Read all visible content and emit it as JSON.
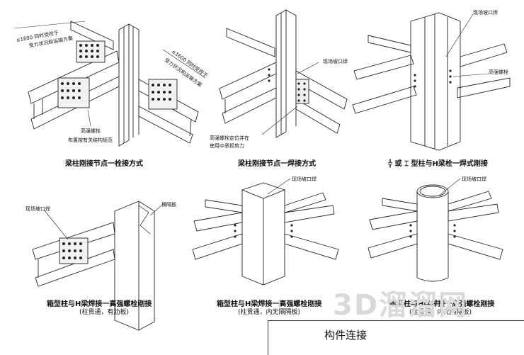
{
  "captions": {
    "c1": "梁柱刚接节点一栓接方式",
    "c2": "梁柱刚接节点一焊接方式",
    "c3_symbol": "╬ 或 ⌶",
    "c3": "型柱与H梁栓一焊式刚接",
    "c4": "箱型柱与H梁焊接一高强螺栓刚接",
    "c4_sub": "(柱贯通，有肋板)",
    "c5": "箱型柱与H梁焊接一高强螺栓刚接",
    "c5_sub": "(柱贯通，内无隔隔板)",
    "c6": "圆型柱与H梁焊接一高强螺栓刚接",
    "c6_sub": "(柱贯通，内无隔隔板)"
  },
  "notes": {
    "d1_top": "≤1600 同时受控于",
    "d1_top2": "受力状况和运输方案",
    "d1_right": "≤1600 同时受控于",
    "d1_right2": "受力状况和运输方案",
    "d1_bolt": "高强螺栓",
    "d1_bolt2": "布置按有关结构规范",
    "d2_weld": "现场坡口焊",
    "d2_bolt": "高强螺栓定位并在",
    "d2_bolt2": "使用中承担剪力",
    "d3_weld": "现场坡口焊",
    "d3_bolt": "高强螺栓",
    "d4_weld": "现场坡口焊",
    "d4_rib": "横隔板",
    "d5_weld": "现场坡口焊",
    "d6_weld": "现场坡口焊"
  },
  "title": "构件连接",
  "watermark": "3D溜溜网"
}
